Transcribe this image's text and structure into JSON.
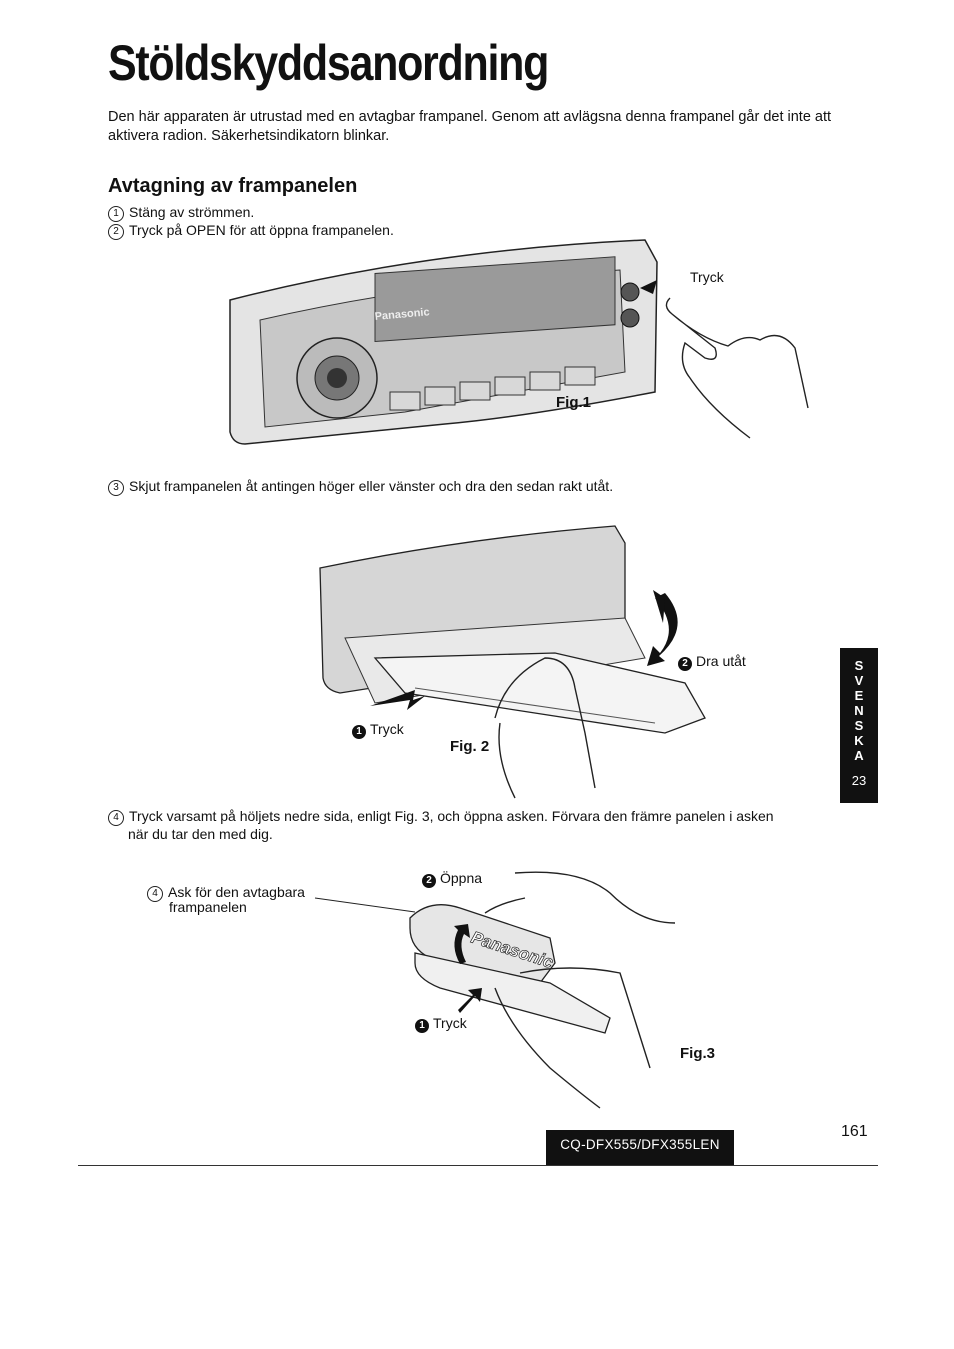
{
  "title": "Stöldskyddsanordning",
  "intro": "Den här apparaten är utrustad med en avtagbar frampanel. Genom att avlägsna denna frampanel går det inte att aktivera radion. Säkerhetsindikatorn blinkar.",
  "section_heading": "Avtagning av frampanelen",
  "steps": [
    {
      "num": "1",
      "text": "Stäng av strömmen."
    },
    {
      "num": "2",
      "text": "Tryck på OPEN för att öppna frampanelen."
    },
    {
      "num": "3",
      "text": "Skjut frampanelen åt antingen höger eller vänster och dra den sedan rakt utåt."
    },
    {
      "num": "4",
      "text_line1": "Tryck varsamt på höljets nedre sida, enligt Fig. 3, och öppna asken.  Förvara den främre panelen i asken",
      "text_line2": "när du tar den med dig."
    }
  ],
  "fig1": {
    "label": "Fig.1",
    "callout": "Tryck",
    "brand": "Panasonic"
  },
  "fig2": {
    "label": "Fig. 2",
    "callout1_num": "1",
    "callout1": "Tryck",
    "callout2_num": "2",
    "callout2": "Dra utåt"
  },
  "fig3": {
    "label": "Fig.3",
    "case_num": "4",
    "case_line1": "Ask för den avtagbara",
    "case_line2": "frampanelen",
    "callout1_num": "1",
    "callout1": "Tryck",
    "callout2_num": "2",
    "callout2": "Öppna",
    "brand": "Panasonic"
  },
  "side_tab": {
    "letters": [
      "S",
      "V",
      "E",
      "N",
      "S",
      "K",
      "A"
    ],
    "page": "23"
  },
  "footer": {
    "model": "CQ-DFX555/DFX355LEN",
    "page": "161"
  }
}
